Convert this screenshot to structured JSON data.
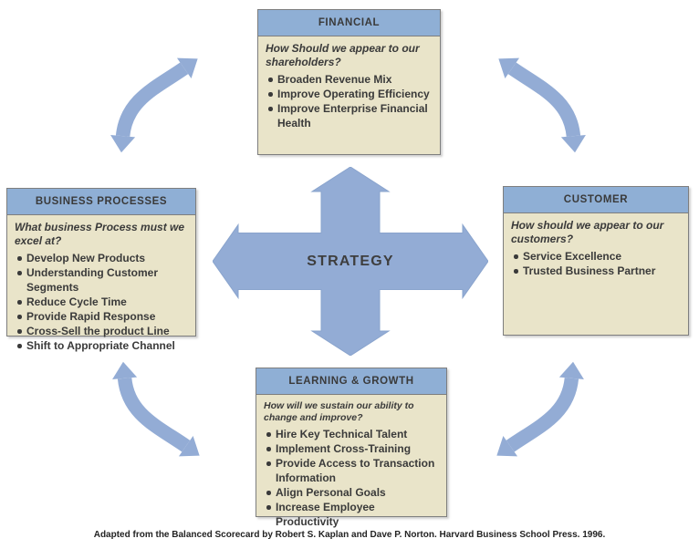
{
  "center_label": "STRATEGY",
  "footer": "Adapted from the Balanced Scorecard by Robert S. Kaplan and Dave P. Norton. Harvard Business School Press. 1996.",
  "colors": {
    "header_blue": "#8FAFD5",
    "panel_cream": "#E9E4C9",
    "arrow_blue": "#93ACD5",
    "border_gray": "#7E7E7E",
    "text_dark": "#3A3A3A"
  },
  "boxes": {
    "financial": {
      "title": "FINANCIAL",
      "question": "How Should we appear to our shareholders?",
      "bullets": [
        "Broaden Revenue Mix",
        "Improve Operating Efficiency",
        "Improve Enterprise Financial Health"
      ]
    },
    "processes": {
      "title": "BUSINESS PROCESSES",
      "question": "What business Process must we excel at?",
      "bullets": [
        "Develop New Products",
        "Understanding Customer Segments",
        "Reduce Cycle Time",
        "Provide Rapid Response",
        "Cross-Sell the product Line",
        "Shift to Appropriate Channel"
      ]
    },
    "customer": {
      "title": "CUSTOMER",
      "question": "How should we appear to our customers?",
      "bullets": [
        "Service Excellence",
        "Trusted Business Partner"
      ]
    },
    "learning": {
      "title": "LEARNING & GROWTH",
      "question": "How will we sustain our ability to change and improve?",
      "bullets": [
        "Hire Key Technical Talent",
        "Implement Cross-Training",
        "Provide Access to Transaction Information",
        "Align Personal Goals",
        "Increase Employee Productivity"
      ]
    }
  }
}
